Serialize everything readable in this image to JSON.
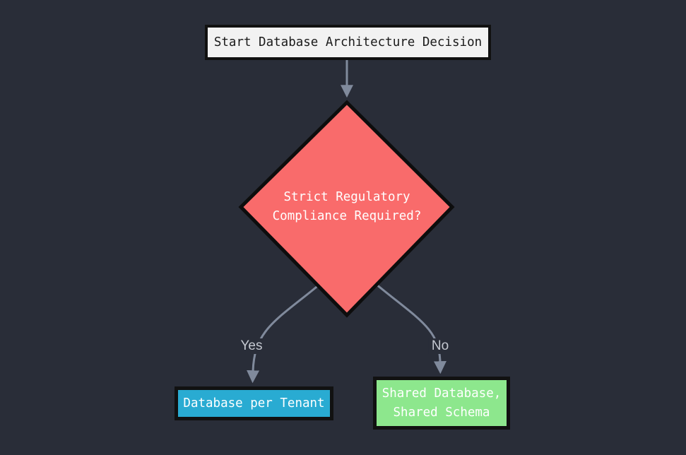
{
  "diagram": {
    "type": "flowchart",
    "direction": "top-down",
    "nodes": [
      {
        "id": "start",
        "shape": "rectangle",
        "label": "Start Database Architecture Decision",
        "fill": "#f2f2f2",
        "text_color": "#1a1a1a"
      },
      {
        "id": "decision",
        "shape": "diamond",
        "label": "Strict Regulatory\nCompliance Required?",
        "fill": "#f96b6b",
        "text_color": "#ffffff"
      },
      {
        "id": "db-per-tenant",
        "shape": "rectangle",
        "label": "Database per Tenant",
        "fill": "#29abd2",
        "text_color": "#ffffff"
      },
      {
        "id": "shared-db",
        "shape": "rectangle",
        "label": "Shared Database,\nShared Schema",
        "fill": "#8de78d",
        "text_color": "#ffffff"
      }
    ],
    "edges": [
      {
        "from": "start",
        "to": "decision",
        "label": ""
      },
      {
        "from": "decision",
        "to": "db-per-tenant",
        "label": "Yes"
      },
      {
        "from": "decision",
        "to": "shared-db",
        "label": "No"
      }
    ],
    "colors": {
      "background": "#292d38",
      "node_border": "#111111",
      "edge_stroke": "#808a9c",
      "edge_label_text": "#c5c9d1"
    }
  }
}
